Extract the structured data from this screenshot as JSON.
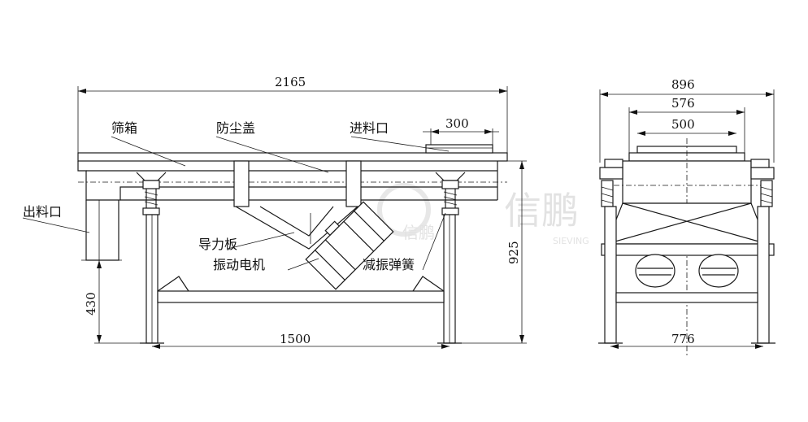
{
  "dimensions": {
    "total_length": "2165",
    "inlet_width": "300",
    "height": "925",
    "discharge_height": "430",
    "support_span": "1500",
    "end_total_width": "896",
    "end_box_width": "576",
    "end_inlet_width": "500",
    "end_base_width": "776"
  },
  "labels": {
    "screen_box": "筛箱",
    "dust_cover": "防尘盖",
    "feed_inlet": "进料口",
    "discharge_outlet": "出料口",
    "guide_plate": "导力板",
    "vibration_motor": "振动电机",
    "damping_spring": "减振弹簧"
  },
  "watermark": {
    "brand": "信鹏",
    "brand_latin": "SIEVING"
  }
}
